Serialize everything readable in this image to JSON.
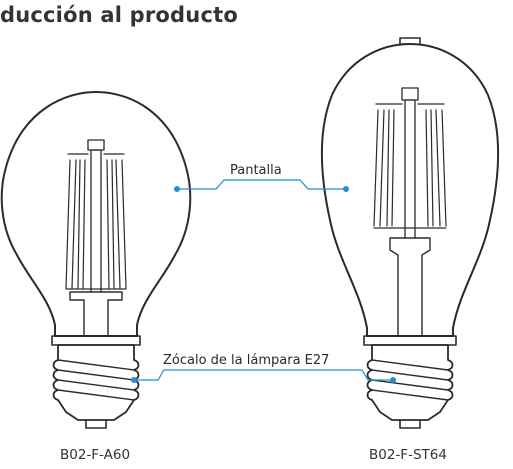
{
  "heading": "ducción al producto",
  "labels": {
    "shade": "Pantalla",
    "base": "Zócalo de la lámpara E27"
  },
  "models": {
    "left": "B02-F-A60",
    "right": "B02-F-ST64"
  },
  "colors": {
    "outline": "#2b2b2b",
    "leader": "#1f8fd6",
    "text": "#333333"
  }
}
